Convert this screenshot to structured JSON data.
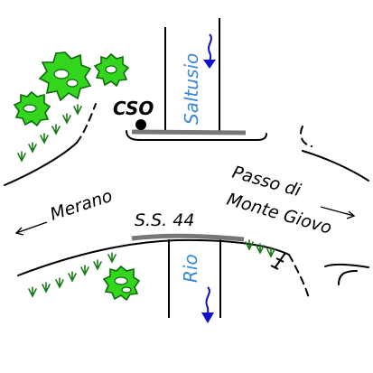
{
  "labels": {
    "cso": "CSO",
    "saltusio": "Saltusio",
    "rio": "Rio",
    "road": "S.S. 44",
    "merano": "Merano",
    "passo_line1": "Passo di",
    "passo_line2": "Monte Giovo"
  },
  "colors": {
    "river_label": "#3a86d9",
    "flow_arrow": "#1010c8",
    "bridge": "#777777",
    "tree": "#33d61c"
  }
}
